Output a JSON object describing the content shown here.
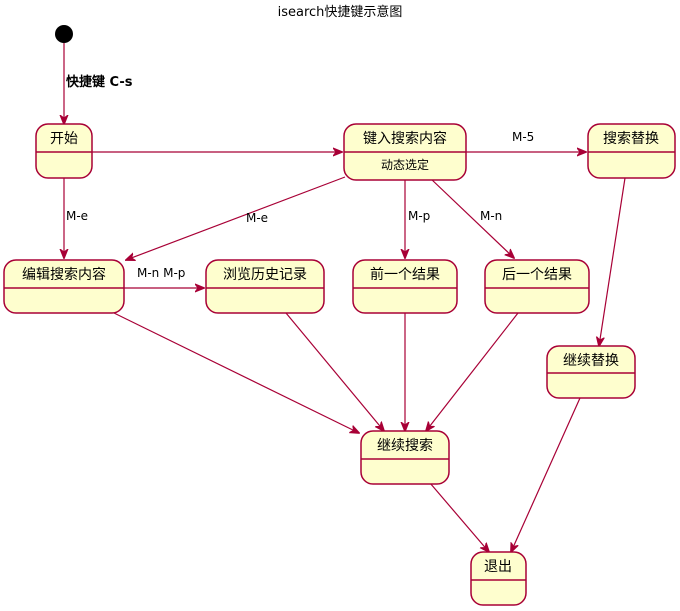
{
  "title": "isearch快捷键示意图",
  "colors": {
    "state_fill": "#FEFECE",
    "state_border": "#A80036",
    "arrow": "#A80036"
  },
  "initial_label": "快捷键 C-s",
  "states": {
    "start": {
      "label": "开始"
    },
    "type_search": {
      "label": "键入搜索内容",
      "desc": "动态选定"
    },
    "replace": {
      "label": "搜索替换"
    },
    "edit": {
      "label": "编辑搜索内容"
    },
    "history": {
      "label": "浏览历史记录"
    },
    "prev": {
      "label": "前一个结果"
    },
    "next": {
      "label": "后一个结果"
    },
    "cont_replace": {
      "label": "继续替换"
    },
    "cont_search": {
      "label": "继续搜索"
    },
    "exit": {
      "label": "退出"
    }
  },
  "transitions": [
    {
      "from": "initial",
      "to": "start",
      "label": "快捷键 C-s"
    },
    {
      "from": "start",
      "to": "type_search",
      "label": ""
    },
    {
      "from": "type_search",
      "to": "replace",
      "label": "M-5"
    },
    {
      "from": "start",
      "to": "edit",
      "label": "M-e"
    },
    {
      "from": "type_search",
      "to": "edit",
      "label": "M-e"
    },
    {
      "from": "type_search",
      "to": "prev",
      "label": "M-p"
    },
    {
      "from": "type_search",
      "to": "next",
      "label": "M-n"
    },
    {
      "from": "edit",
      "to": "history",
      "label": "M-n M-p"
    },
    {
      "from": "replace",
      "to": "cont_replace",
      "label": ""
    },
    {
      "from": "edit",
      "to": "cont_search",
      "label": ""
    },
    {
      "from": "history",
      "to": "cont_search",
      "label": ""
    },
    {
      "from": "prev",
      "to": "cont_search",
      "label": ""
    },
    {
      "from": "next",
      "to": "cont_search",
      "label": ""
    },
    {
      "from": "cont_search",
      "to": "exit",
      "label": ""
    },
    {
      "from": "cont_replace",
      "to": "exit",
      "label": ""
    }
  ],
  "labels": {
    "m5": "M-5",
    "me_left": "M-e",
    "me_diag": "M-e",
    "mp": "M-p",
    "mn": "M-n",
    "mn_mp": "M-n M-p"
  }
}
